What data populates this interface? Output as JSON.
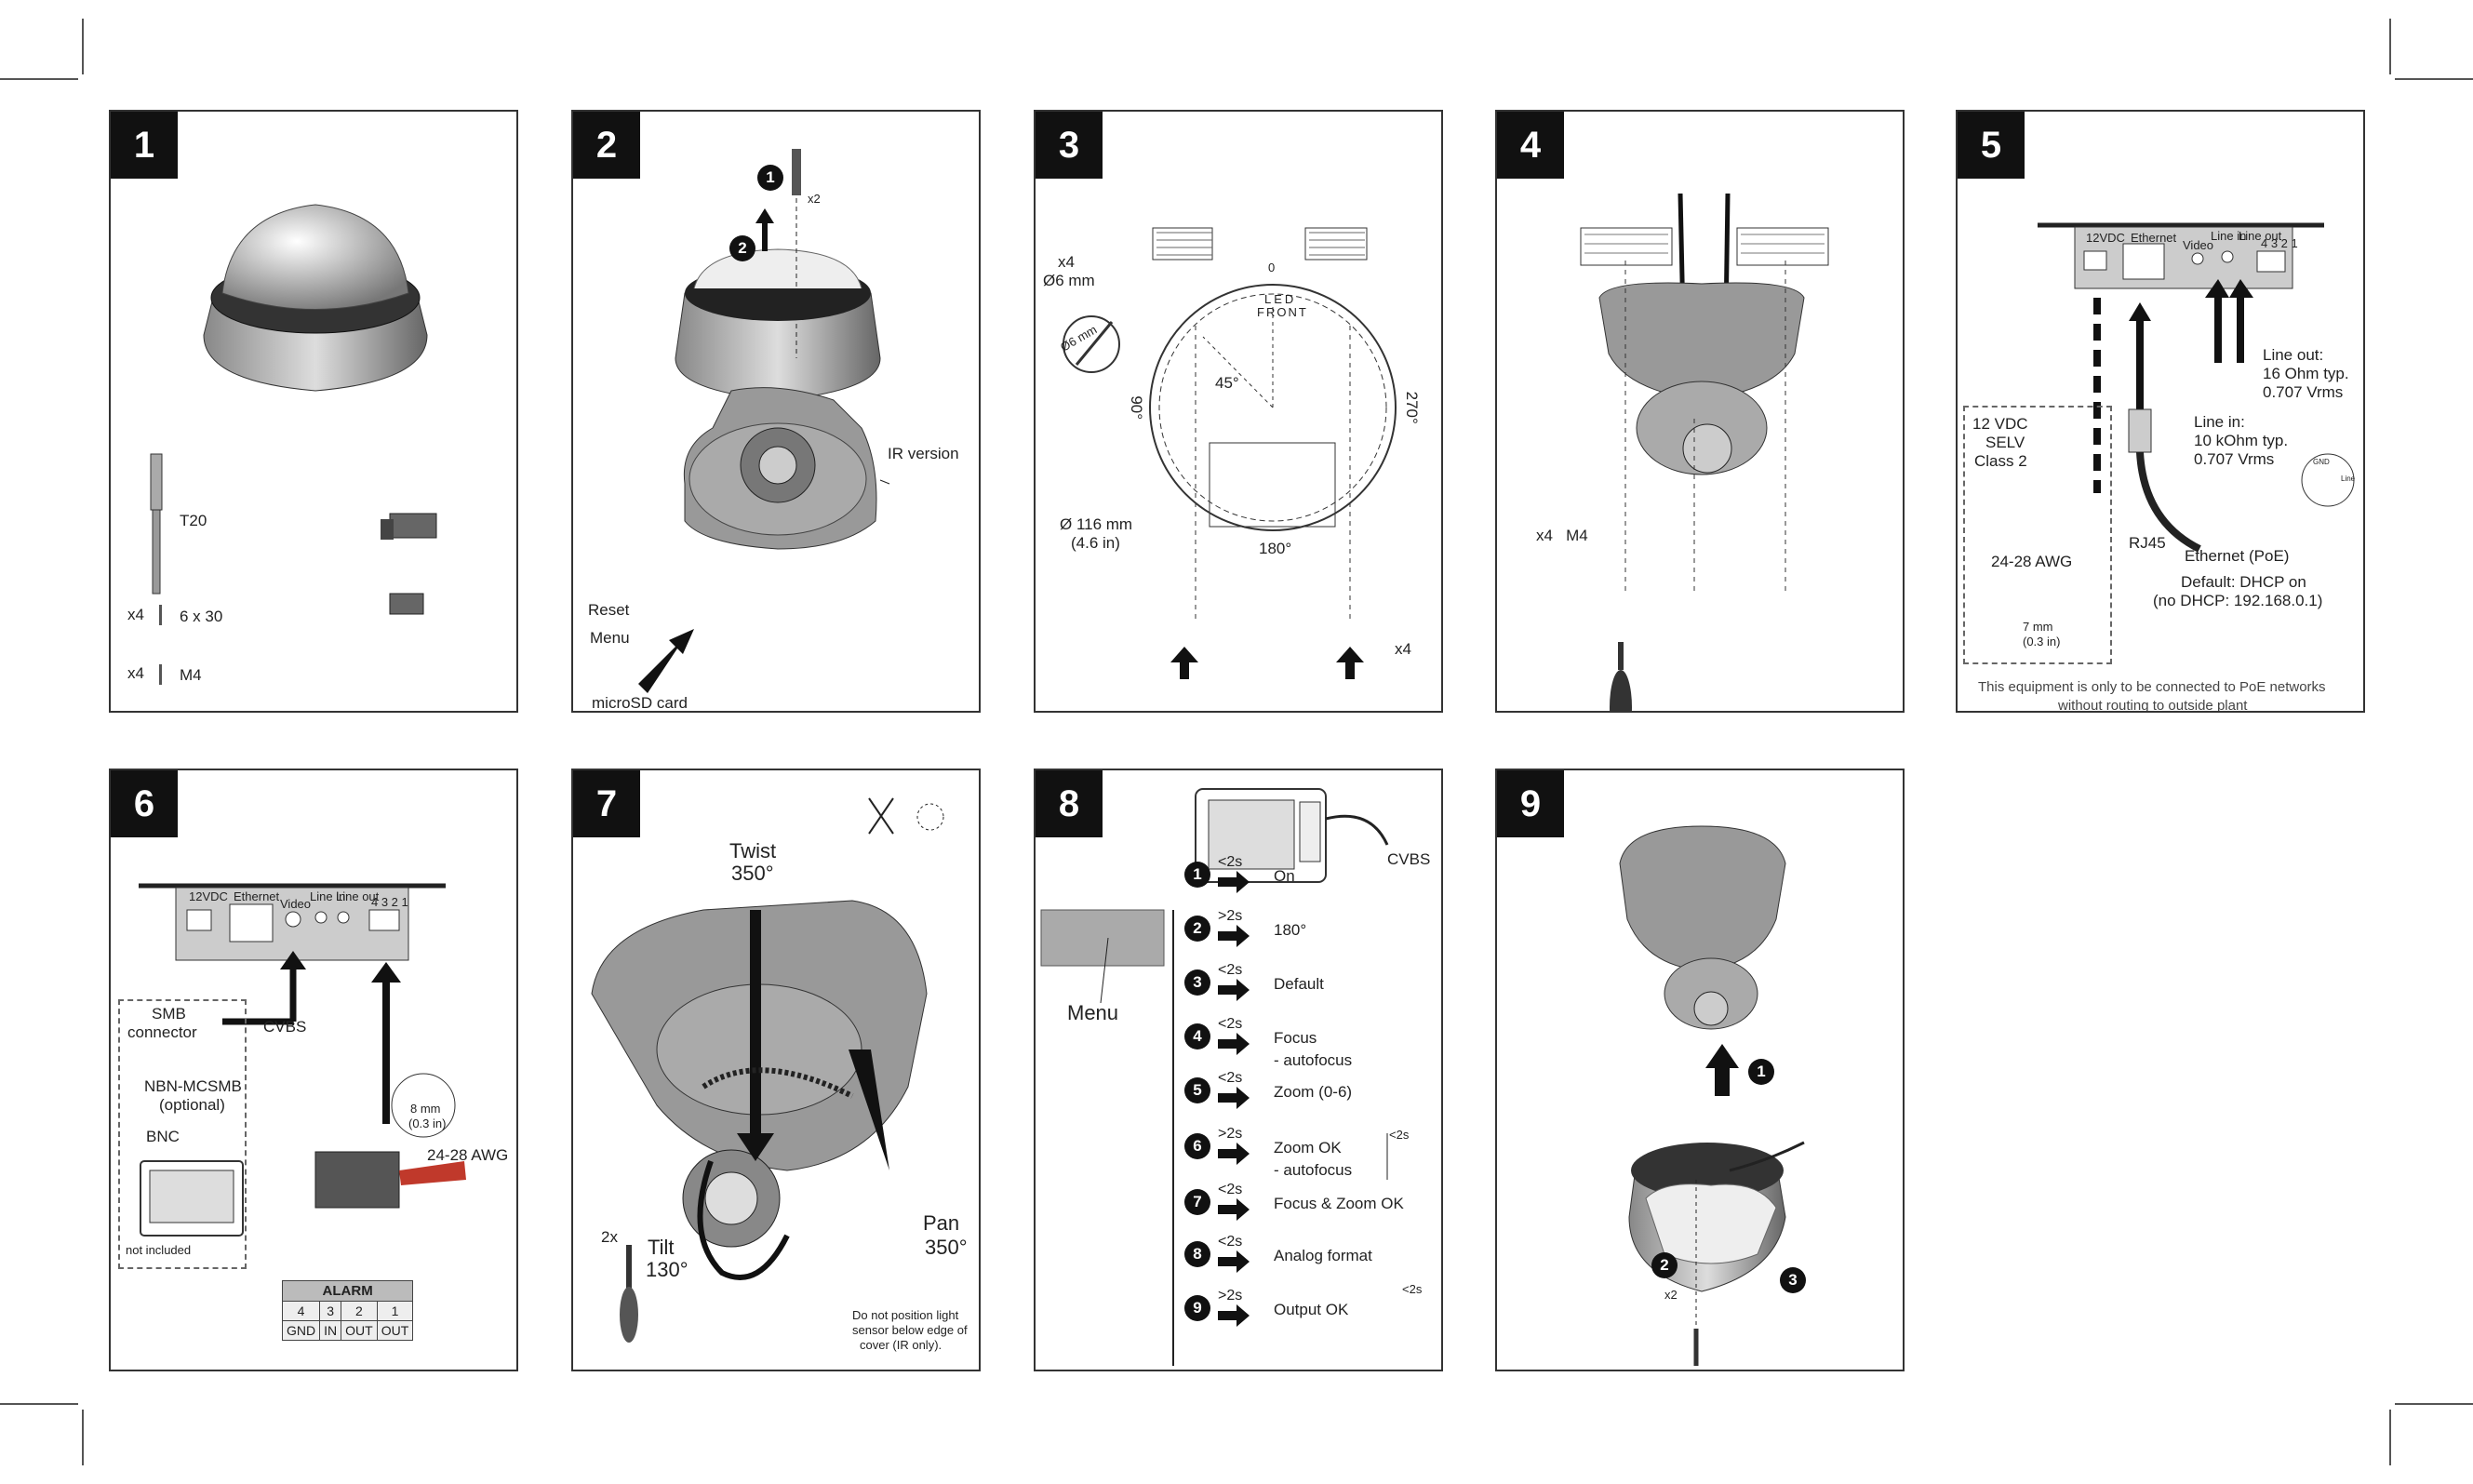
{
  "panels": [
    {
      "number": "1",
      "labels": {
        "t20": "T20",
        "x4a": "x4",
        "screw1": "6 x 30",
        "x4b": "x4",
        "screw2": "M4"
      }
    },
    {
      "number": "2",
      "labels": {
        "one": "1",
        "x2": "x2",
        "two": "2",
        "ir": "IR version",
        "reset": "Reset",
        "menu": "Menu",
        "sd": "microSD card"
      }
    },
    {
      "number": "3",
      "labels": {
        "x4": "x4",
        "d6": "Ø6 mm",
        "d6c": "Ø6 mm",
        "zero": "0",
        "led": "LED",
        "front": "FRONT",
        "a45": "45°",
        "a90": "90°",
        "a270": "270°",
        "a180": "180°",
        "d116": "Ø 116 mm",
        "d116in": "(4.6 in)",
        "x4b": "x4"
      }
    },
    {
      "number": "4",
      "labels": {
        "x4m4": "x4   M4"
      }
    },
    {
      "number": "5",
      "labels": {
        "v12": "12VDC",
        "eth": "Ethernet",
        "video": "Video",
        "linein": "Line in",
        "lineout": "Line out",
        "pins": "4 3 2 1",
        "lo1": "Line out:",
        "lo2": "16 Ohm typ.",
        "lo3": "0.707 Vrms",
        "li1": "Line in:",
        "li2": "10 kOhm typ.",
        "li3": "0.707 Vrms",
        "selv1": "12 VDC",
        "selv2": "SELV",
        "selv3": "Class 2",
        "awg": "24-28 AWG",
        "mm7": "7 mm",
        "in03": "(0.3 in)",
        "rj45": "RJ45",
        "poe": "Ethernet (PoE)",
        "dhcp1": "Default: DHCP on",
        "dhcp2": "(no DHCP: 192.168.0.1)",
        "gnd": "GND",
        "line": "Line",
        "note1": "This equipment is only to be connected to PoE networks",
        "note2": "without routing to outside plant"
      }
    },
    {
      "number": "6",
      "labels": {
        "v12": "12VDC",
        "eth": "Ethernet",
        "video": "Video",
        "linein": "Line in",
        "lineout": "Line out",
        "pins": "4 3 2 1",
        "smb1": "SMB",
        "smb2": "connector",
        "cvbs": "CVBS",
        "nbn1": "NBN-MCSMB",
        "nbn2": "(optional)",
        "bnc": "BNC",
        "notinc": "not included",
        "mm8": "8 mm",
        "in03": "(0.3 in)",
        "awg": "24-28 AWG"
      },
      "alarm": {
        "title": "ALARM",
        "pins": [
          "4",
          "3",
          "2",
          "1"
        ],
        "names": [
          "GND",
          "IN",
          "OUT",
          "OUT"
        ]
      }
    },
    {
      "number": "7",
      "labels": {
        "twist1": "Twist",
        "twist2": "350°",
        "pan1": "Pan",
        "pan2": "350°",
        "tilt1": "Tilt",
        "tilt2": "130°",
        "x2": "2x",
        "warn1": "Do not position light",
        "warn2": "sensor below edge of",
        "warn3": "cover (IR only)."
      }
    },
    {
      "number": "8",
      "labels": {
        "cvbs": "CVBS",
        "menu": "Menu"
      },
      "steps": [
        {
          "num": "1",
          "time": "<2s",
          "label": "On",
          "sub": ""
        },
        {
          "num": "2",
          "time": ">2s",
          "label": "180°",
          "sub": ""
        },
        {
          "num": "3",
          "time": "<2s",
          "label": "Default",
          "sub": ""
        },
        {
          "num": "4",
          "time": "<2s",
          "label": "Focus",
          "sub": "- autofocus"
        },
        {
          "num": "5",
          "time": "<2s",
          "label": "Zoom (0-6)",
          "sub": ""
        },
        {
          "num": "6",
          "time": ">2s",
          "label": "Zoom OK",
          "sub": "- autofocus"
        },
        {
          "num": "7",
          "time": "<2s",
          "label": "Focus & Zoom OK",
          "sub": ""
        },
        {
          "num": "8",
          "time": "<2s",
          "label": "Analog format",
          "sub": ""
        },
        {
          "num": "9",
          "time": ">2s",
          "label": "Output OK",
          "sub": ""
        }
      ],
      "side_times": {
        "zoom": "<2s",
        "analog": "<2s"
      }
    },
    {
      "number": "9",
      "labels": {
        "one": "1",
        "two": "2",
        "three": "3",
        "x2": "x2"
      }
    }
  ]
}
